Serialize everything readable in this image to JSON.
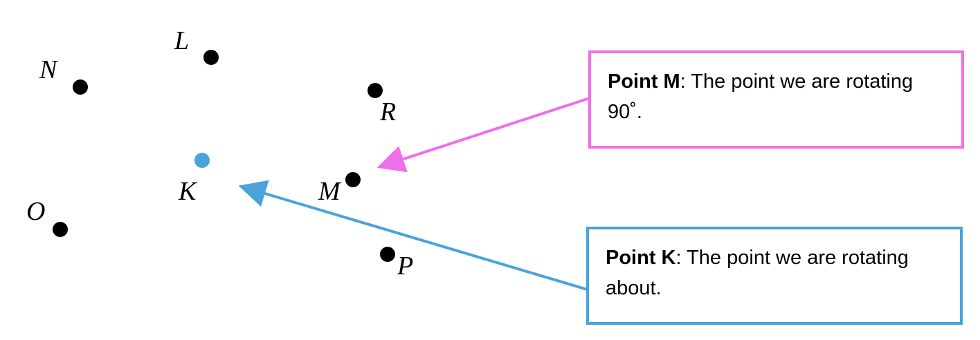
{
  "colors": {
    "point": "#000000",
    "center_point": "#4aa3d9",
    "pink": "#ee6fe9",
    "blue": "#4aa3d9"
  },
  "points": [
    {
      "id": "N",
      "label": "N",
      "role": "point"
    },
    {
      "id": "L",
      "label": "L",
      "role": "point"
    },
    {
      "id": "R",
      "label": "R",
      "role": "point"
    },
    {
      "id": "K",
      "label": "K",
      "role": "center"
    },
    {
      "id": "M",
      "label": "M",
      "role": "point"
    },
    {
      "id": "O",
      "label": "O",
      "role": "point"
    },
    {
      "id": "P",
      "label": "P",
      "role": "point"
    }
  ],
  "callout_m": {
    "title": "Point M",
    "text": ": The point we are rotating 90˚."
  },
  "callout_k": {
    "title": "Point K",
    "text": ": The point we are rotating about."
  }
}
